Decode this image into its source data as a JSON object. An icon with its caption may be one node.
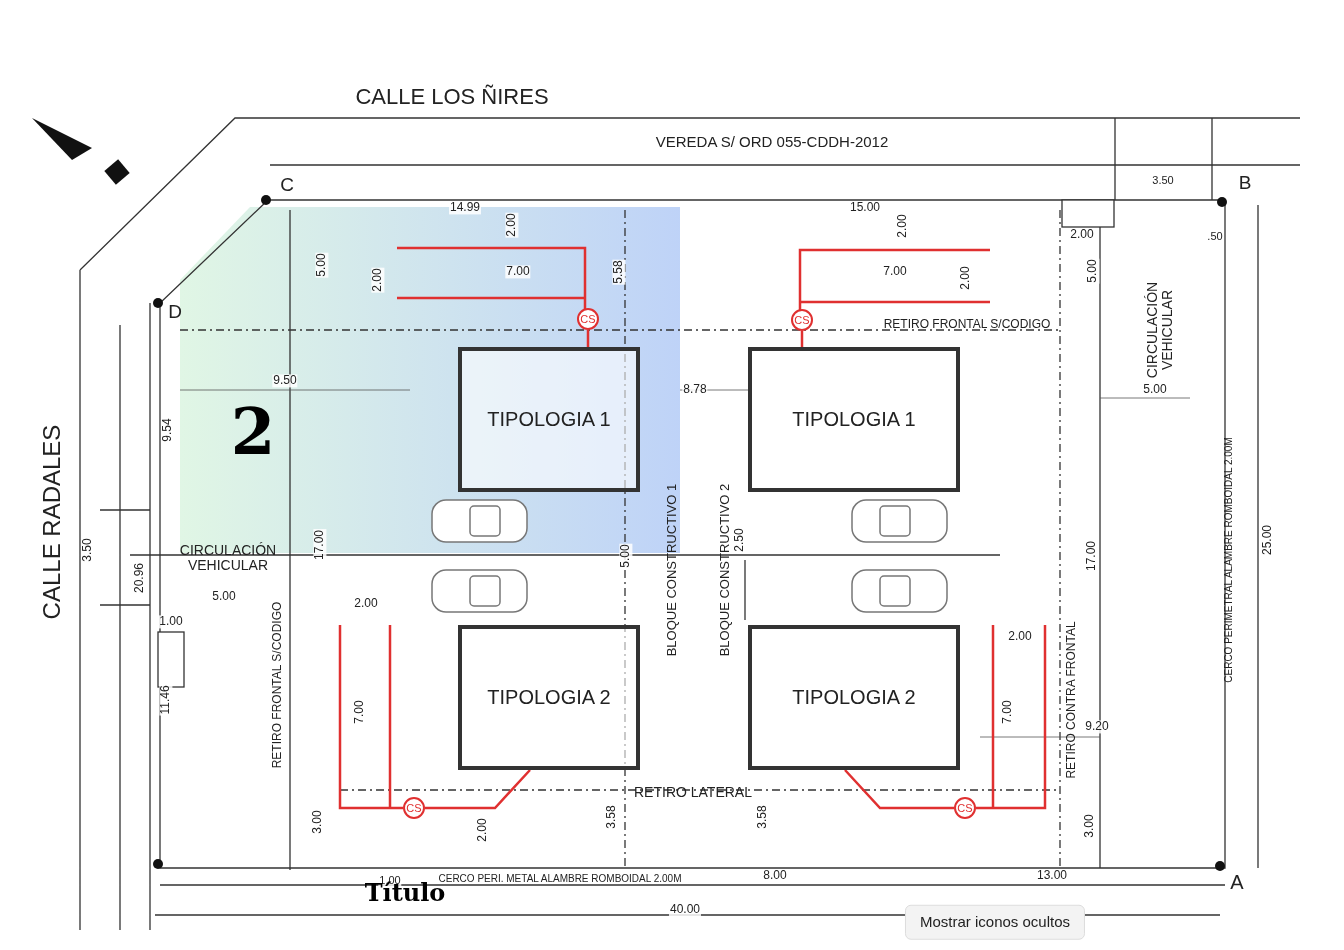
{
  "diagram": {
    "nodes": [
      {
        "text": [
          "TIPOLOGIA 1"
        ]
      },
      {
        "text": [
          "TIPOLOGIA 1"
        ]
      },
      {
        "text": [
          "TIPOLOGIA 2"
        ]
      },
      {
        "text": [
          "TIPOLOGIA 2"
        ]
      },
      {
        "text": [
          "CS"
        ]
      },
      {
        "text": [
          "CS"
        ]
      },
      {
        "text": [
          "CS"
        ]
      },
      {
        "text": [
          "CS"
        ]
      }
    ],
    "edges": [
      {
        "from": 0,
        "to": 4,
        "arrow": "none"
      },
      {
        "from": 1,
        "to": 5,
        "arrow": "none"
      },
      {
        "from": 2,
        "to": 6,
        "arrow": "none"
      },
      {
        "from": 3,
        "to": 7,
        "arrow": "none"
      }
    ],
    "labels": [
      "CALLE LOS ÑIRES",
      "VEREDA S/ ORD 055-CDDH-2012",
      "C",
      "B",
      "3.50",
      "14.99",
      "2.00",
      "15.00",
      "2.00",
      "2.00",
      ".50",
      "5.00",
      "2.00",
      "7.00",
      "5.58",
      "7.00",
      "2.00",
      "5.00",
      "D",
      "RETIRO FRONTAL S/CODIGO",
      "CIRCULACIÓN VEHICULAR",
      "9.50",
      "8.78",
      "5.00",
      "2",
      "9.54",
      "CALLE RADALES",
      "3.50",
      "20.96",
      "CIRCULACIÓN VEHICULAR",
      "17.00",
      "5.00",
      "BLOQUE CONSTRUCTIVO 1",
      "BLOQUE CONSTRUCTIVO 2",
      "2.50",
      "17.00",
      "25.00",
      "CERCO PERIMETRAL ALAMBRE ROMBOIDAL 2.00M",
      "5.00",
      "2.00",
      "1.00",
      "2.00",
      "RETIRO FRONTAL S/CODIGO",
      "RETIRO CONTRA FRONTAL",
      "11.46",
      "7.00",
      "7.00",
      "9.20",
      "RETIRO LATERAL",
      "3.00",
      "2.00",
      "3.58",
      "3.58",
      "3.00",
      "1.00",
      "CERCO PERI. METAL ALAMBRE ROMBOIDAL 2.00M",
      "8.00",
      "13.00",
      "A",
      "Título",
      "40.00",
      "Mostrar iconos ocultos"
    ]
  }
}
